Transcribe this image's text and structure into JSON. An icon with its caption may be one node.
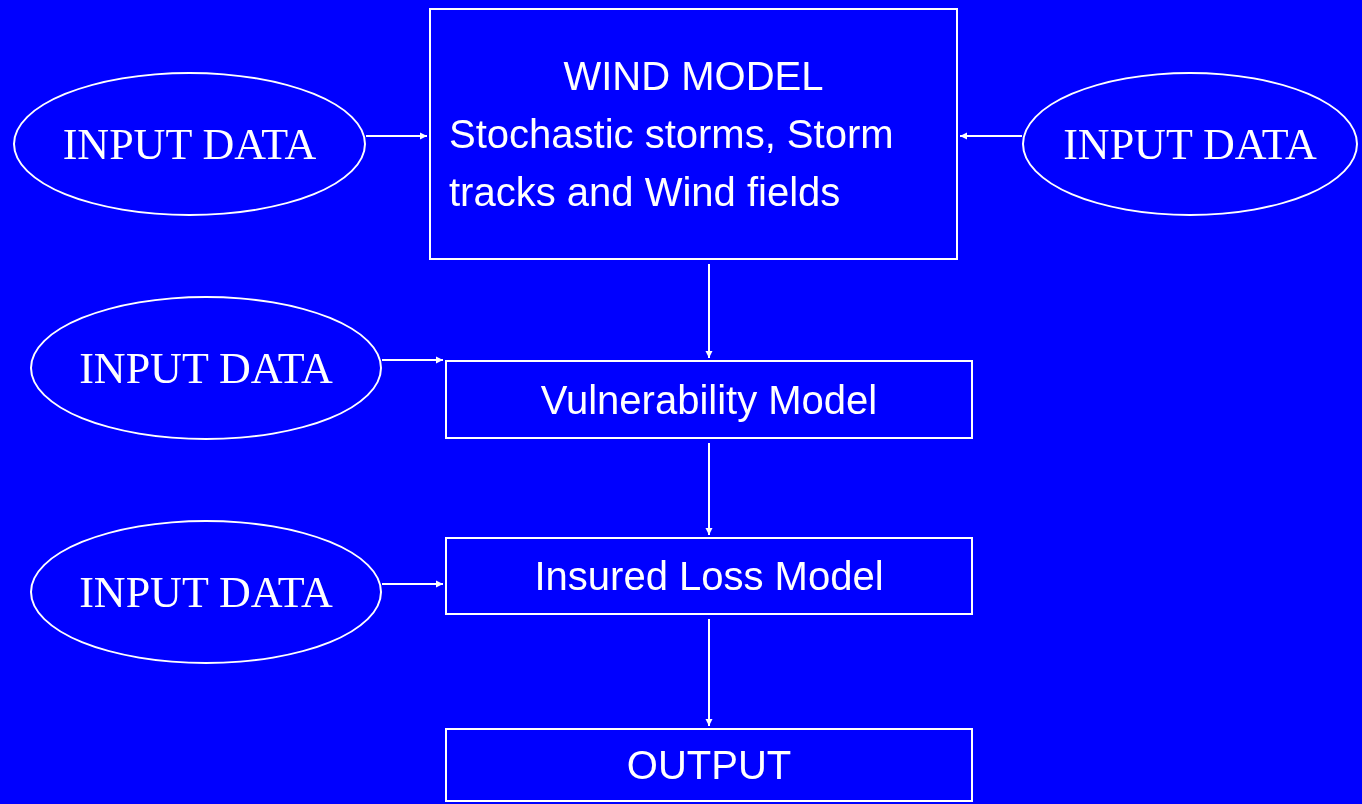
{
  "diagram": {
    "nodes": [
      {
        "text": [
          "INPUT DATA"
        ]
      },
      {
        "text": [
          "WIND MODEL",
          "Stochastic storms, Storm tracks and Wind fields"
        ]
      },
      {
        "text": [
          "INPUT DATA"
        ]
      },
      {
        "text": [
          "INPUT DATA"
        ]
      },
      {
        "text": [
          "Vulnerability Model"
        ]
      },
      {
        "text": [
          "INPUT DATA"
        ]
      },
      {
        "text": [
          "Insured Loss Model"
        ]
      },
      {
        "text": [
          "OUTPUT"
        ]
      }
    ],
    "edges": [
      {
        "from": 0,
        "to": 1,
        "arrow": "to"
      },
      {
        "from": 2,
        "to": 1,
        "arrow": "to"
      },
      {
        "from": 1,
        "to": 4,
        "arrow": "to"
      },
      {
        "from": 3,
        "to": 4,
        "arrow": "to"
      },
      {
        "from": 4,
        "to": 6,
        "arrow": "to"
      },
      {
        "from": 5,
        "to": 6,
        "arrow": "to"
      },
      {
        "from": 6,
        "to": 7,
        "arrow": "to"
      }
    ]
  }
}
